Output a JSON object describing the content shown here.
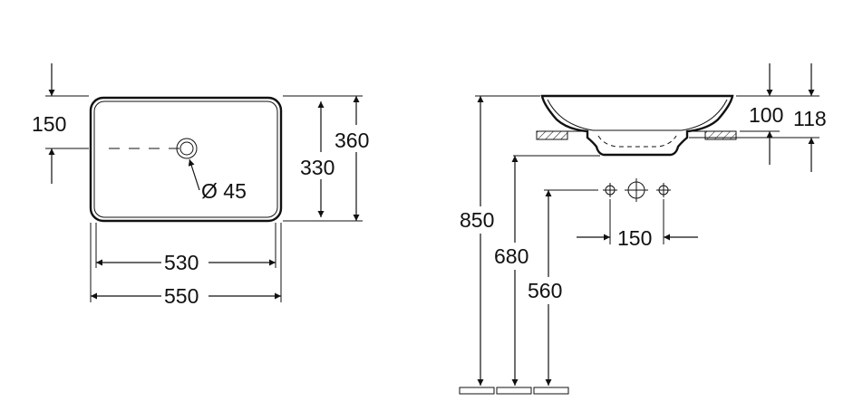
{
  "dimensions": {
    "offset_150": "150",
    "drain_diameter": "Ø 45",
    "inner_depth_330": "330",
    "outer_depth_360": "360",
    "inner_width_530": "530",
    "outer_width_550": "550",
    "height_850": "850",
    "height_680": "680",
    "height_560": "560",
    "tap_spacing_150": "150",
    "bowl_height_100": "100",
    "total_height_118": "118"
  },
  "colors": {
    "line": "#111111",
    "background": "#ffffff"
  }
}
